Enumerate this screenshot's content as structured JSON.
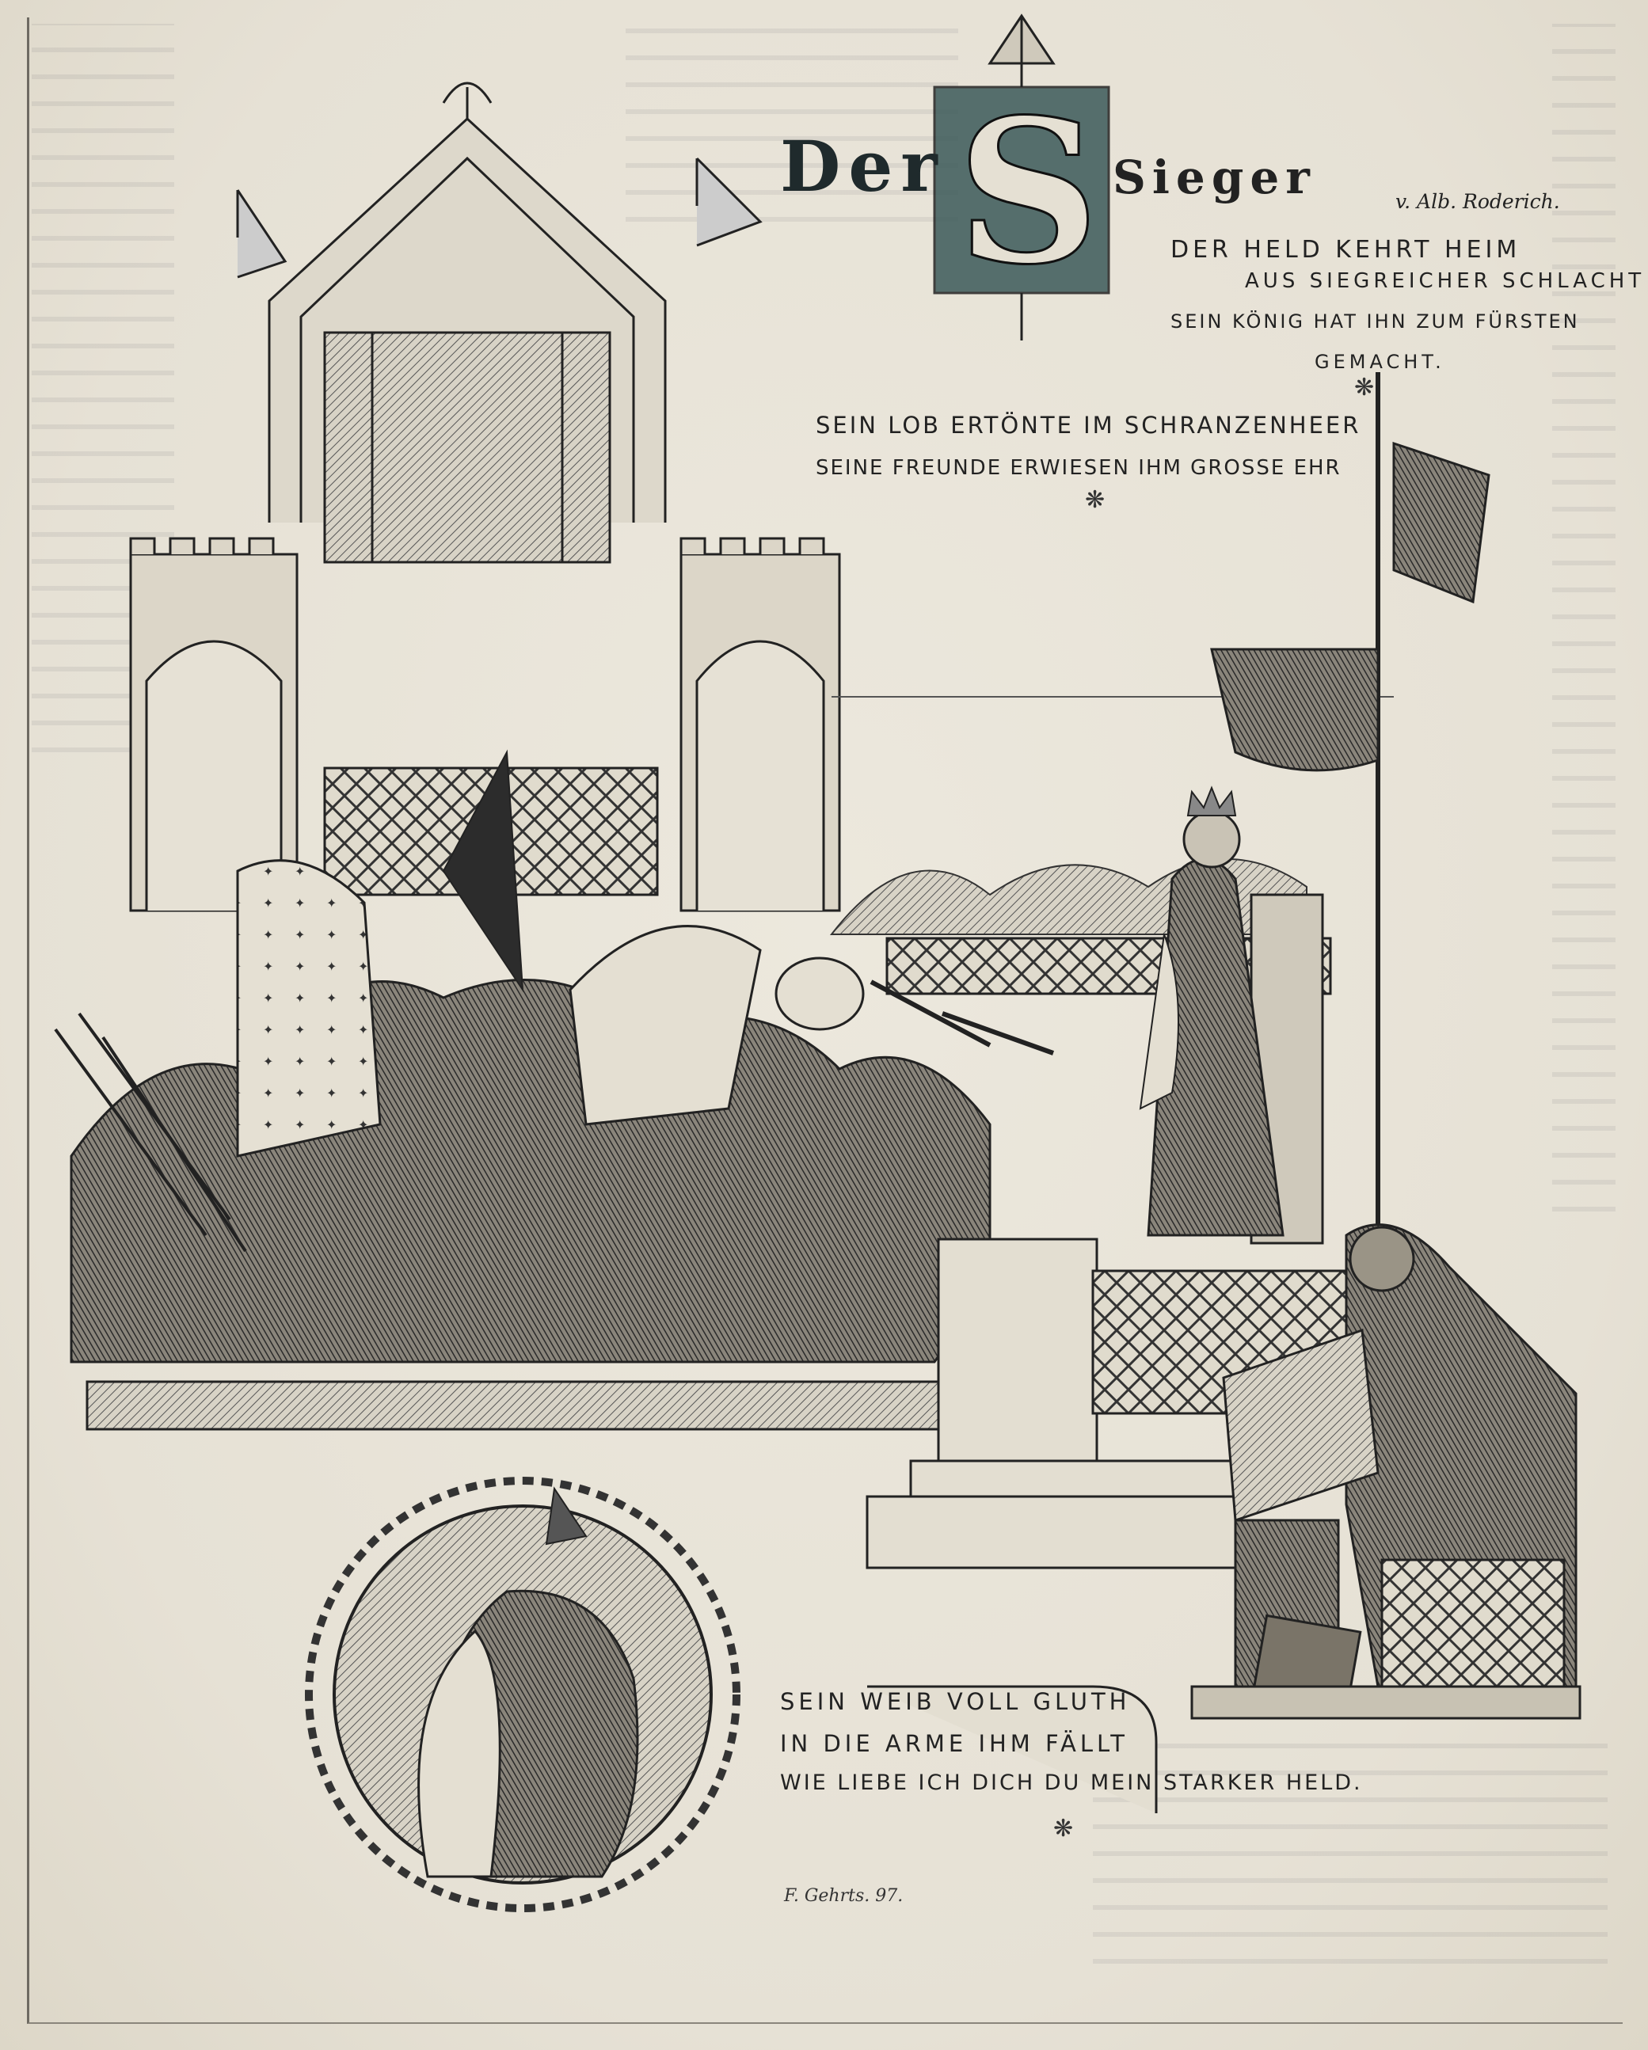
{
  "poem": {
    "title_word1": "Der",
    "title_word2": "Sieger",
    "author": "v. Alb. Roderich.",
    "stanza1": [
      "Der Held kehrt heim",
      "aus siegreicher Schlacht",
      "Sein König hat ihn zum Fürsten",
      "gemacht."
    ],
    "stanza2": [
      "Sein Lob ertönte im Schranzenheer",
      "Seine Freunde erwiesen ihm grosse Ehr"
    ],
    "stanza3": [
      "Sein Weib voll Gluth",
      "in die Arme ihm fällt",
      "Wie liebe ich dich du mein starker Held."
    ],
    "ornament": "❋"
  },
  "illustration": {
    "artist_signature": "F. Gehrts. 97."
  },
  "palette": {
    "paper": "#e9e5da",
    "ink": "#222222",
    "initial_teal": "#3c5a5a",
    "bleed_through": "#8a8fa0"
  }
}
